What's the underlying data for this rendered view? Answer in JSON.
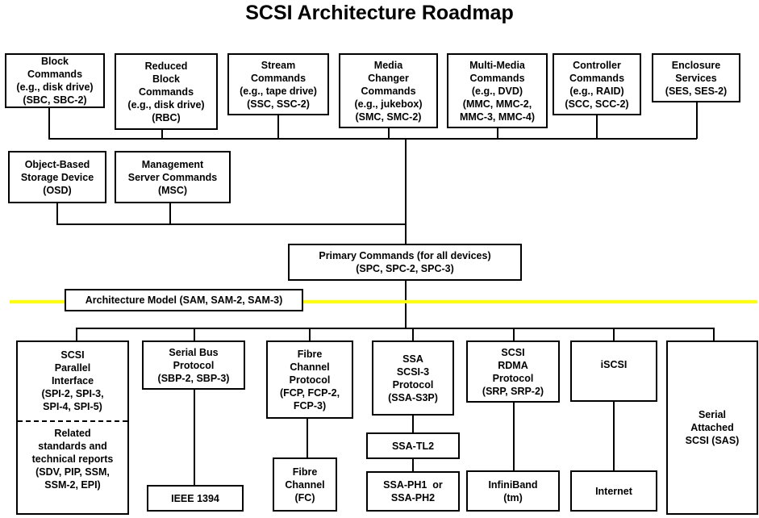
{
  "title": "SCSI Architecture Roadmap",
  "command_sets": [
    {
      "id": "sbc",
      "lines": [
        "Block",
        "Commands",
        "(e.g., disk drive)",
        "(SBC, SBC-2)"
      ]
    },
    {
      "id": "rbc",
      "lines": [
        "Reduced",
        "Block",
        "Commands",
        "(e.g., disk drive)",
        "(RBC)"
      ]
    },
    {
      "id": "ssc",
      "lines": [
        "Stream",
        "Commands",
        "(e.g., tape drive)",
        "(SSC, SSC-2)"
      ]
    },
    {
      "id": "smc",
      "lines": [
        "Media",
        "Changer",
        "Commands",
        "(e.g., jukebox)",
        "(SMC, SMC-2)"
      ]
    },
    {
      "id": "mmc",
      "lines": [
        "Multi-Media",
        "Commands",
        "(e.g., DVD)",
        "(MMC, MMC-2,",
        "MMC-3, MMC-4)"
      ]
    },
    {
      "id": "scc",
      "lines": [
        "Controller",
        "Commands",
        "(e.g., RAID)",
        "(SCC, SCC-2)"
      ]
    },
    {
      "id": "ses",
      "lines": [
        "Enclosure",
        "Services",
        "(SES, SES-2)"
      ]
    }
  ],
  "second_row": [
    {
      "id": "osd",
      "lines": [
        "Object-Based",
        "Storage Device",
        "(OSD)"
      ]
    },
    {
      "id": "msc",
      "lines": [
        "Management",
        "Server Commands",
        "(MSC)"
      ]
    }
  ],
  "primary": {
    "lines": [
      "Primary Commands (for all devices)",
      "(SPC, SPC-2, SPC-3)"
    ]
  },
  "architecture_model": "Architecture Model (SAM, SAM-2, SAM-3)",
  "colors": {
    "architecture_line": "#ffff00",
    "stroke": "#000000"
  },
  "protocols": {
    "spi": {
      "lines": [
        "SCSI",
        "Parallel",
        "Interface",
        "(SPI-2, SPI-3,",
        "SPI-4, SPI-5)"
      ],
      "related": [
        "Related",
        "standards and",
        "technical reports",
        "(SDV, PIP, SSM,",
        "SSM-2, EPI)"
      ]
    },
    "sbp": {
      "lines": [
        "Serial Bus",
        "Protocol",
        "(SBP-2, SBP-3)"
      ]
    },
    "fcp": {
      "lines": [
        "Fibre",
        "Channel",
        "Protocol",
        "(FCP, FCP-2,",
        "FCP-3)"
      ]
    },
    "ssa": {
      "lines": [
        "SSA",
        "SCSI-3",
        "Protocol",
        "(SSA-S3P)"
      ]
    },
    "srp": {
      "lines": [
        "SCSI",
        "RDMA",
        "Protocol",
        "(SRP, SRP-2)"
      ]
    },
    "iscsi": {
      "lines": [
        "iSCSI"
      ]
    },
    "sas": {
      "lines": [
        "Serial",
        "Attached",
        "SCSI (SAS)"
      ]
    }
  },
  "transports": {
    "ieee1394": {
      "lines": [
        "IEEE 1394"
      ]
    },
    "fc": {
      "lines": [
        "Fibre",
        "Channel",
        "(FC)"
      ]
    },
    "ssa_tl2": {
      "lines": [
        "SSA-TL2"
      ]
    },
    "ssa_ph": {
      "lines": [
        "SSA-PH1  or",
        "SSA-PH2"
      ]
    },
    "infiniband": {
      "lines": [
        "InfiniBand",
        "(tm)"
      ]
    },
    "internet": {
      "lines": [
        "Internet"
      ]
    }
  }
}
